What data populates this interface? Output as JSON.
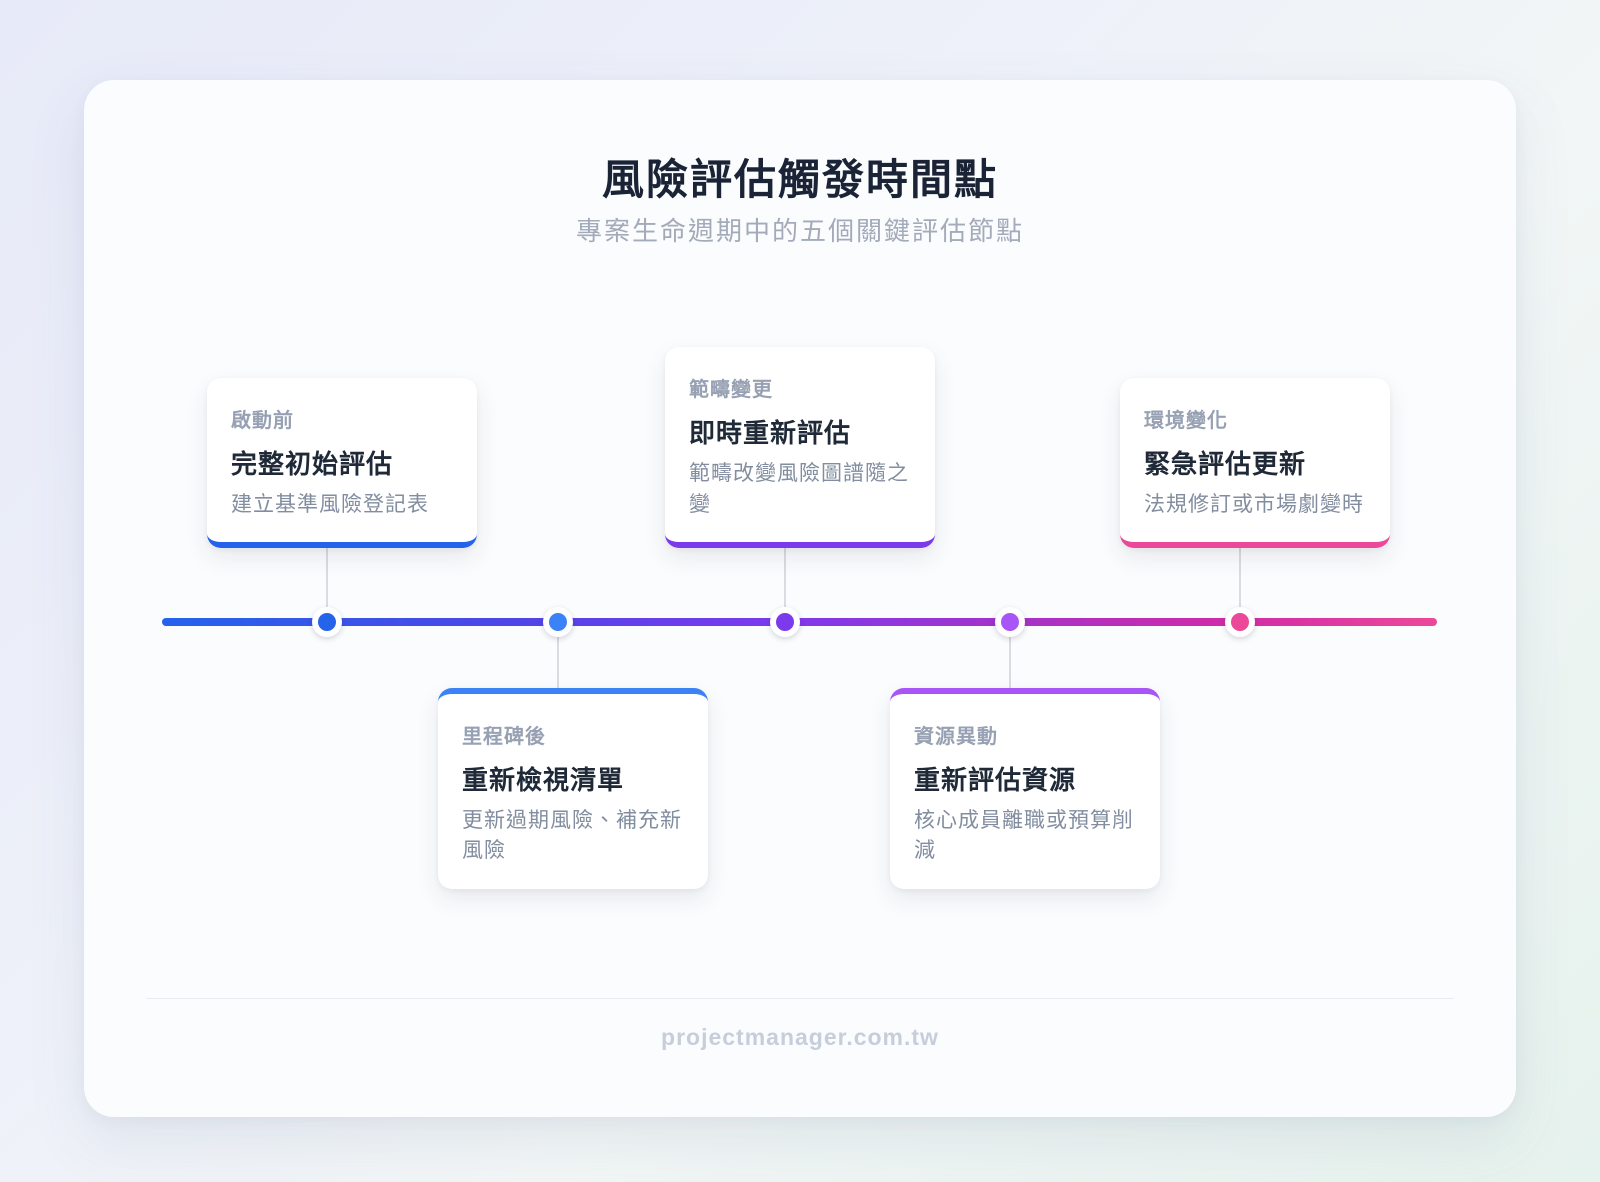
{
  "header": {
    "title": "風險評估觸發時間點",
    "subtitle": "專案生命週期中的五個關鍵評估節點"
  },
  "footer": {
    "site": "projectmanager.com.tw"
  },
  "colors": {
    "timeline_gradient_start": "#2563eb",
    "timeline_gradient_mid": "#7c3aed",
    "timeline_gradient_end": "#ec4899",
    "background_gradient_start": "#e7eaf8",
    "background_gradient_end": "#e6f2ed",
    "title_color": "#1b2436",
    "muted_text": "#97a1b3"
  },
  "timeline": {
    "type": "horizontal",
    "node_count": 5,
    "nodes": [
      {
        "label": "啟動前",
        "title": "完整初始評估",
        "desc": "建立基準風險登記表",
        "accent": "#2563eb",
        "position": "above"
      },
      {
        "label": "里程碑後",
        "title": "重新檢視清單",
        "desc": "更新過期風險、補充新風險",
        "accent": "#3b82f6",
        "position": "below"
      },
      {
        "label": "範疇變更",
        "title": "即時重新評估",
        "desc": "範疇改變風險圖譜隨之變",
        "accent": "#7c3aed",
        "position": "above"
      },
      {
        "label": "資源異動",
        "title": "重新評估資源",
        "desc": "核心成員離職或預算削減",
        "accent": "#a855f7",
        "position": "below"
      },
      {
        "label": "環境變化",
        "title": "緊急評估更新",
        "desc": "法規修訂或市場劇變時",
        "accent": "#ec4899",
        "position": "above"
      }
    ]
  }
}
